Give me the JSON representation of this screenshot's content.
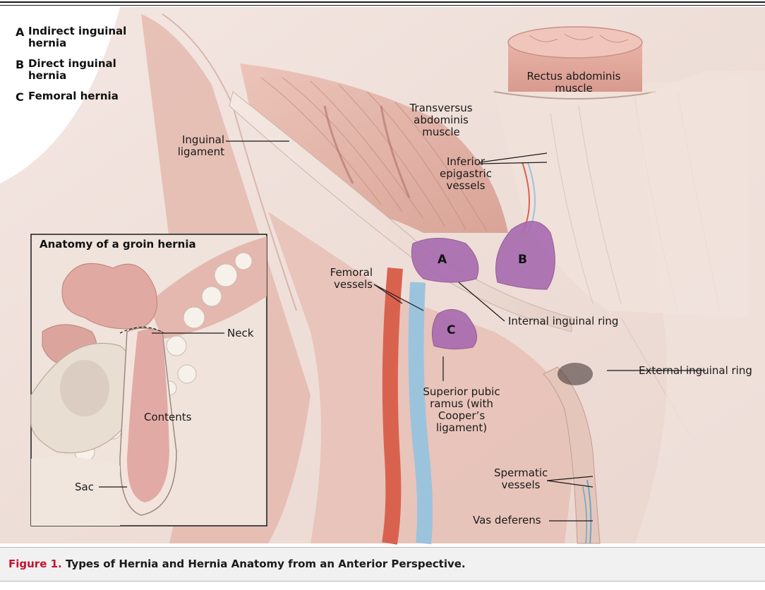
{
  "legend": [
    {
      "letter": "A",
      "text": "Indirect inguinal hernia"
    },
    {
      "letter": "B",
      "text": "Direct inguinal hernia"
    },
    {
      "letter": "C",
      "text": "Femoral hernia"
    }
  ],
  "labels": {
    "rectus": "Rectus abdominis muscle",
    "transversus": "Transversus abdominis muscle",
    "inguinal_ligament": "Inguinal ligament",
    "inferior_epigastric": "Inferior epigastric vessels",
    "femoral_vessels": "Femoral vessels",
    "internal_ring": "Internal inguinal ring",
    "external_ring": "External inguinal ring",
    "superior_pubic": "Superior pubic ramus (with Cooper’s ligament)",
    "spermatic": "Spermatic vessels",
    "vas": "Vas deferens"
  },
  "markers": {
    "a": "A",
    "b": "B",
    "c": "C"
  },
  "inset": {
    "title": "Anatomy of a groin hernia",
    "neck": "Neck",
    "contents": "Contents",
    "sac": "Sac"
  },
  "caption": {
    "figure": "Figure 1.",
    "text": "Types of Hernia and Hernia Anatomy from an Anterior Perspective."
  },
  "colors": {
    "muscle": "#e7bcb0",
    "muscle_dark": "#c98f84",
    "tendon": "#eedfd7",
    "hernia_purple": "#a86ab0",
    "artery": "#d9624f",
    "vein": "#9cc3dc",
    "caption_red": "#c8102e"
  }
}
